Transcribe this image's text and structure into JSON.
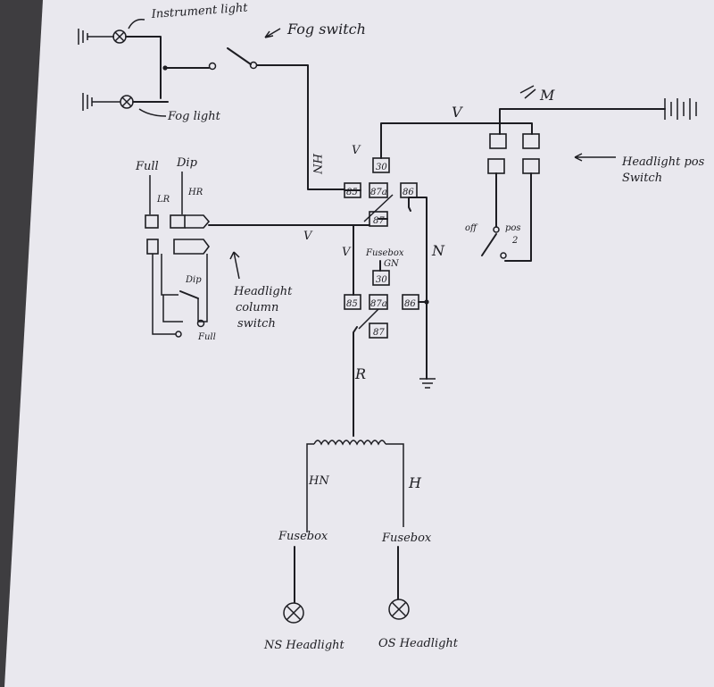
{
  "labels": {
    "instrument_light": "Instrument light",
    "fog_switch": "Fog switch",
    "fog_light": "Fog light",
    "full_top": "Full",
    "dip_top": "Dip",
    "lr": "LR",
    "hr": "HR",
    "headlight_column_switch": [
      "Headlight",
      "column",
      "switch"
    ],
    "dip_inner": "Dip",
    "full_inner": "Full",
    "hn_upper": "HN",
    "v_top": "V",
    "v_mid": "V",
    "v_left": "V",
    "v_relay": "V",
    "n_wire": "N",
    "fusebox_mid": "Fusebox",
    "gn": "GN",
    "r_wire": "R",
    "hn_lower": "HN",
    "h_wire": "H",
    "fusebox_left": "Fusebox",
    "fusebox_right": "Fusebox",
    "ns_headlight": "NS Headlight",
    "os_headlight": "OS Headlight",
    "m_label": "M",
    "headlight_pos_switch": [
      "Headlight pos",
      "Switch"
    ],
    "off": "off",
    "pos": "pos",
    "two": "2"
  },
  "relay_upper": {
    "t30": "30",
    "t85": "85",
    "t87a": "87a",
    "t86": "86",
    "t87": "87"
  },
  "relay_lower": {
    "t30": "30",
    "t85": "85",
    "t87a": "87a",
    "t86": "86",
    "t87": "87"
  }
}
